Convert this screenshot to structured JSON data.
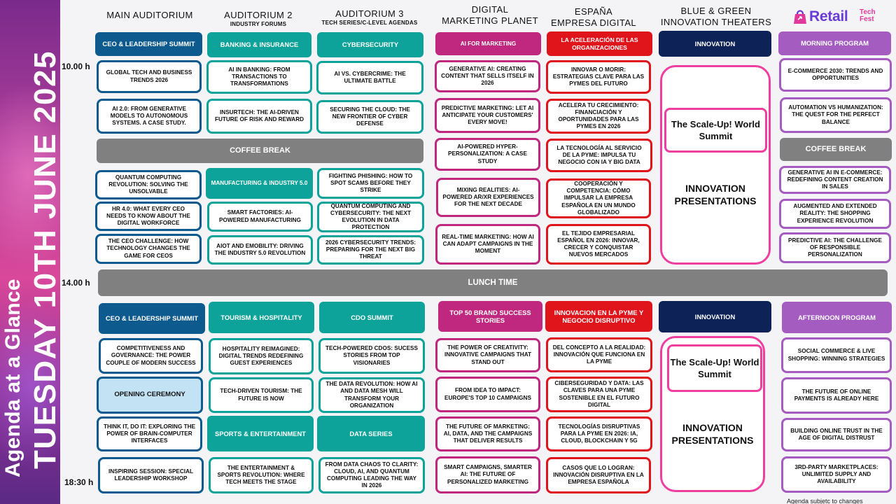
{
  "sidebar": {
    "subtitle": "Agenda at a Glance",
    "date": "TUESDAY 10TH JUNE 2025"
  },
  "headers": [
    {
      "title": "MAIN AUDITORIUM",
      "sub": ""
    },
    {
      "title": "AUDITORIUM 2",
      "sub": "INDUSTRY FORUMS"
    },
    {
      "title": "AUDITORIUM 3",
      "sub": "TECH SERIES/C-LEVEL AGENDAS"
    },
    {
      "title1": "DIGITAL",
      "title2": "MARKETING PLANET"
    },
    {
      "title1": "ESPAÑA",
      "title2": "EMPRESA DIGITAL"
    },
    {
      "title1": "BLUE & GREEN",
      "title2": "INNOVATION THEATERS"
    }
  ],
  "logo": {
    "brand": "Retail",
    "tech": "Tech",
    "fest": "Fest"
  },
  "times": {
    "t1": "10.00 h",
    "t2": "14.00 h",
    "t3": "18:30 h"
  },
  "breaks": {
    "coffee": "COFFEE BREAK",
    "coffee2": "COFFEE BREAK",
    "lunch": "LUNCH TIME"
  },
  "innovation": {
    "head_am": "INNOVATION",
    "head_pm": "INNOVATION",
    "scaleup": "The Scale-Up! World Summit",
    "presentations": "INNOVATION PRESENTATIONS"
  },
  "morning": {
    "main": {
      "head": "CEO & LEADERSHIP SUMMIT",
      "s1": "GLOBAL TECH AND BUSINESS TRENDS 2026",
      "s2": "AI 2.0: FROM GENERATIVE MODELS TO AUTONOMOUS SYSTEMS. A CASE STUDY.",
      "s3": "QUANTUM COMPUTING REVOLUTION: SOLVING THE UNSOLVABLE",
      "s4": "HR 4.0: WHAT EVERY CEO NEEDS TO KNOW ABOUT THE DIGITAL WORKFORCE",
      "s5": "THE CEO CHALLENGE: HOW TECHNOLOGY CHANGES THE GAME FOR CEOs"
    },
    "aud2": {
      "head": "BANKING & INSURANCE",
      "s1": "AI IN BANKING: FROM TRANSACTIONS TO TRANSFORMATIONS",
      "s2": "INSURTECH: THE AI-DRIVEN FUTURE OF RISK AND REWARD",
      "head2": "MANUFACTURING & INDUSTRY 5.0",
      "s3": "SMART FACTORIES: AI-POWERED MANUFACTURING",
      "s4": "AIoT AND EMOBILITY: DRIVING THE INDUSTRY 5.0 REVOLUTION"
    },
    "aud3": {
      "head": "CYBERSECURITY",
      "s1": "AI VS. CYBERCRIME: THE ULTIMATE BATTLE",
      "s2": "SECURING THE CLOUD: THE NEW FRONTIER OF CYBER DEFENSE",
      "s3": "FIGHTING PHISHING: HOW TO SPOT SCAMS BEFORE THEY STRIKE",
      "s4": "QUANTUM COMPUTING AND CYBERSECURITY: THE NEXT EVOLUTION IN DATA PROTECTION",
      "s5": "2026 CYBERSECURITY TRENDS: PREPARING FOR THE NEXT BIG THREAT"
    },
    "dmp": {
      "head": "AI FOR MARKETING",
      "s1": "GENERATIVE AI: CREATING CONTENT THAT SELLS ITSELF IN 2026",
      "s2": "PREDICTIVE MARKETING: LET AI ANTICIPATE YOUR CUSTOMERS' EVERY MOVE!",
      "s3": "AI-POWERED HYPER-PERSONALIZATION: A CASE STUDY",
      "s4": "MIXING REALITIES: AI-POWERED AR/XR EXPERIENCES FOR THE NEXT DECADE",
      "s5": "REAL-TIME MARKETING: HOW AI CAN ADAPT CAMPAIGNS IN THE MOMENT"
    },
    "esp": {
      "head": "LA ACELERACIÓN DE LAS ORGANIZACIONES",
      "s1": "INNOVAR O MORIR: ESTRATEGIAS CLAVE PARA LAS PYMES DEL FUTURO",
      "s2": "ACELERA TU CRECIMIENTO: FINANCIACIÓN Y OPORTUNIDADES PARA LAS PYMES EN 2026",
      "s3": "LA TECNOLOGÍA AL SERVICIO DE LA PYME: IMPULSA TU NEGOCIO CON IA Y BIG DATA",
      "s4": "COOPERACIÓN Y COMPETENCIA: CÓMO IMPULSAR LA EMPRESA ESPAÑOLA EN UN MUNDO GLOBALIZADO",
      "s5": "EL TEJIDO EMPRESARIAL ESPAÑOL EN 2026: INNOVAR, CRECER Y CONQUISTAR NUEVOS MERCADOS"
    },
    "rtf": {
      "head": "MORNING PROGRAM",
      "s1": "E-COMMERCE 2030: TRENDS AND OPPORTUNITIES",
      "s2": "AUTOMATION VS HUMANIZATION: THE QUEST FOR THE PERFECT BALANCE",
      "s3": "GENERATIVE AI IN E-COMMERCE: REDEFINING CONTENT CREATION IN SALES",
      "s4": "AUGMENTED AND EXTENDED REALITY: THE SHOPPING EXPERIENCE REVOLUTION",
      "s5": "PREDICTIVE AI: THE CHALLENGE OF RESPONSIBLE PERSONALIZATION"
    }
  },
  "afternoon": {
    "main": {
      "head": "CEO & LEADERSHIP SUMMIT",
      "s1": "COMPETITIVENESS AND GOVERNANCE: THE POWER COUPLE OF MODERN SUCCESS",
      "s2": "OPENING CEREMONY",
      "s3": "THINK IT, DO IT: EXPLORING THE POWER OF BRAIN-COMPUTER INTERFACES",
      "s4": "INSPIRING SESSION: SPECIAL LEADERSHIP WORKSHOP"
    },
    "aud2": {
      "head": "TOURISM & HOSPITALITY",
      "s1": "HOSPITALITY REIMAGINED: DIGITAL TRENDS REDEFINING GUEST EXPERIENCES",
      "s2": "TECH-DRIVEN TOURISM: THE FUTURE IS NOW",
      "head2": "SPORTS & ENTERTAINMENT",
      "s3": "THE ENTERTAINMENT & SPORTS REVOLUTION: WHERE TECH MEETS THE STAGE"
    },
    "aud3": {
      "head": "CDO SUMMIT",
      "s1": "TECH-POWERED CDOs: SUCESS STORIES FROM TOP VISIONARIES",
      "s2": "THE DATA REVOLUTION: HOW AI AND DATA MESH WILL TRANSFORM YOUR ORGANIZATION",
      "head2": "DATA SERIES",
      "s3": "FROM DATA CHAOS TO CLARITY: CLOUD, AI, AND QUANTUM COMPUTING LEADING THE WAY IN 2026"
    },
    "dmp": {
      "head": "TOP 50 BRAND SUCCESS STORIES",
      "s1": "THE POWER OF CREATIVITY: INNOVATIVE CAMPAIGNS THAT STAND OUT",
      "s2": "FROM IDEA TO IMPACT: EUROPE'S TOP 10 CAMPAIGNS",
      "s3": "THE FUTURE OF MARKETING: AI, DATA, AND THE CAMPAIGNS THAT DELIVER RESULTS",
      "s4": "SMART CAMPAIGNS, SMARTER AI: THE FUTURE OF PERSONALIZED MARKETING"
    },
    "esp": {
      "head": "INNOVACION EN LA PYME Y NEGOCIO DISRUPTIVO",
      "s1": "DEL CONCEPTO A LA REALIDAD: INNOVACIÓN QUE FUNCIONA EN LA PYME",
      "s2": "CIBERSEGURIDAD Y DATA: LAS CLAVES PARA UNA PYME SOSTENIBLE EN EL FUTURO DIGITAL",
      "s3": "TECNOLOGÍAS DISRUPTIVAS PARA LA PYME EN 2026: IA, CLOUD, BLOCKCHAIN Y 5G",
      "s4": "CASOS QUE LO LOGRAN: INNOVACIÓN DISRUPTIVA EN LA EMPRESA ESPAÑOLA"
    },
    "rtf": {
      "head": "AFTERNOON PROGRAM",
      "s1": "SOCIAL COMMERCE & LIVE SHOPPING: WINNING STRATEGIES",
      "s2": "THE FUTURE OF ONLINE PAYMENTS IS ALREADY HERE",
      "s3": "BUILDING ONLINE TRUST IN THE AGE OF DIGITAL DISTRUST",
      "s4": "3RD-PARTY MARKETPLACES: UNLIMITED SUPPLY AND AVAILABILITY"
    }
  },
  "note": "Agenda subjetc to changes"
}
